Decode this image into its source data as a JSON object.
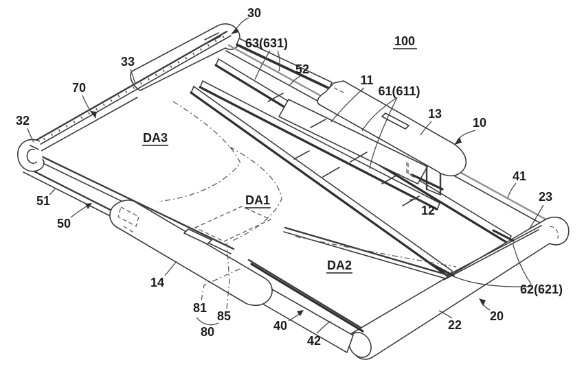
{
  "figure": {
    "reference_number": "100",
    "colors": {
      "background": "#ffffff",
      "line": "#3b3b3b",
      "gray_rail": "#8f8f8f",
      "label_text": "#1c1c1c"
    },
    "display_areas": [
      "DA1",
      "DA2",
      "DA3"
    ],
    "labels": [
      {
        "id": "100",
        "text": "100",
        "underline": true
      },
      {
        "id": "30",
        "text": "30",
        "underline": false
      },
      {
        "id": "63-631",
        "text": "63(631)",
        "underline": false
      },
      {
        "id": "33",
        "text": "33",
        "underline": false
      },
      {
        "id": "70",
        "text": "70",
        "underline": false
      },
      {
        "id": "32",
        "text": "32",
        "underline": false
      },
      {
        "id": "52",
        "text": "52",
        "underline": false
      },
      {
        "id": "11",
        "text": "11",
        "underline": false
      },
      {
        "id": "61-611",
        "text": "61(611)",
        "underline": false
      },
      {
        "id": "13",
        "text": "13",
        "underline": false
      },
      {
        "id": "10",
        "text": "10",
        "underline": false
      },
      {
        "id": "DA3",
        "text": "DA3",
        "underline": true
      },
      {
        "id": "41",
        "text": "41",
        "underline": false
      },
      {
        "id": "23",
        "text": "23",
        "underline": false
      },
      {
        "id": "51",
        "text": "51",
        "underline": false
      },
      {
        "id": "DA1",
        "text": "DA1",
        "underline": true
      },
      {
        "id": "50",
        "text": "50",
        "underline": false
      },
      {
        "id": "12",
        "text": "12",
        "underline": false
      },
      {
        "id": "DA2",
        "text": "DA2",
        "underline": true
      },
      {
        "id": "14",
        "text": "14",
        "underline": false
      },
      {
        "id": "62-621",
        "text": "62(621)",
        "underline": false
      },
      {
        "id": "81",
        "text": "81",
        "underline": false
      },
      {
        "id": "85",
        "text": "85",
        "underline": false
      },
      {
        "id": "80",
        "text": "80",
        "underline": false
      },
      {
        "id": "40",
        "text": "40",
        "underline": false
      },
      {
        "id": "42",
        "text": "42",
        "underline": false
      },
      {
        "id": "20",
        "text": "20",
        "underline": false
      },
      {
        "id": "22",
        "text": "22",
        "underline": false
      }
    ]
  }
}
